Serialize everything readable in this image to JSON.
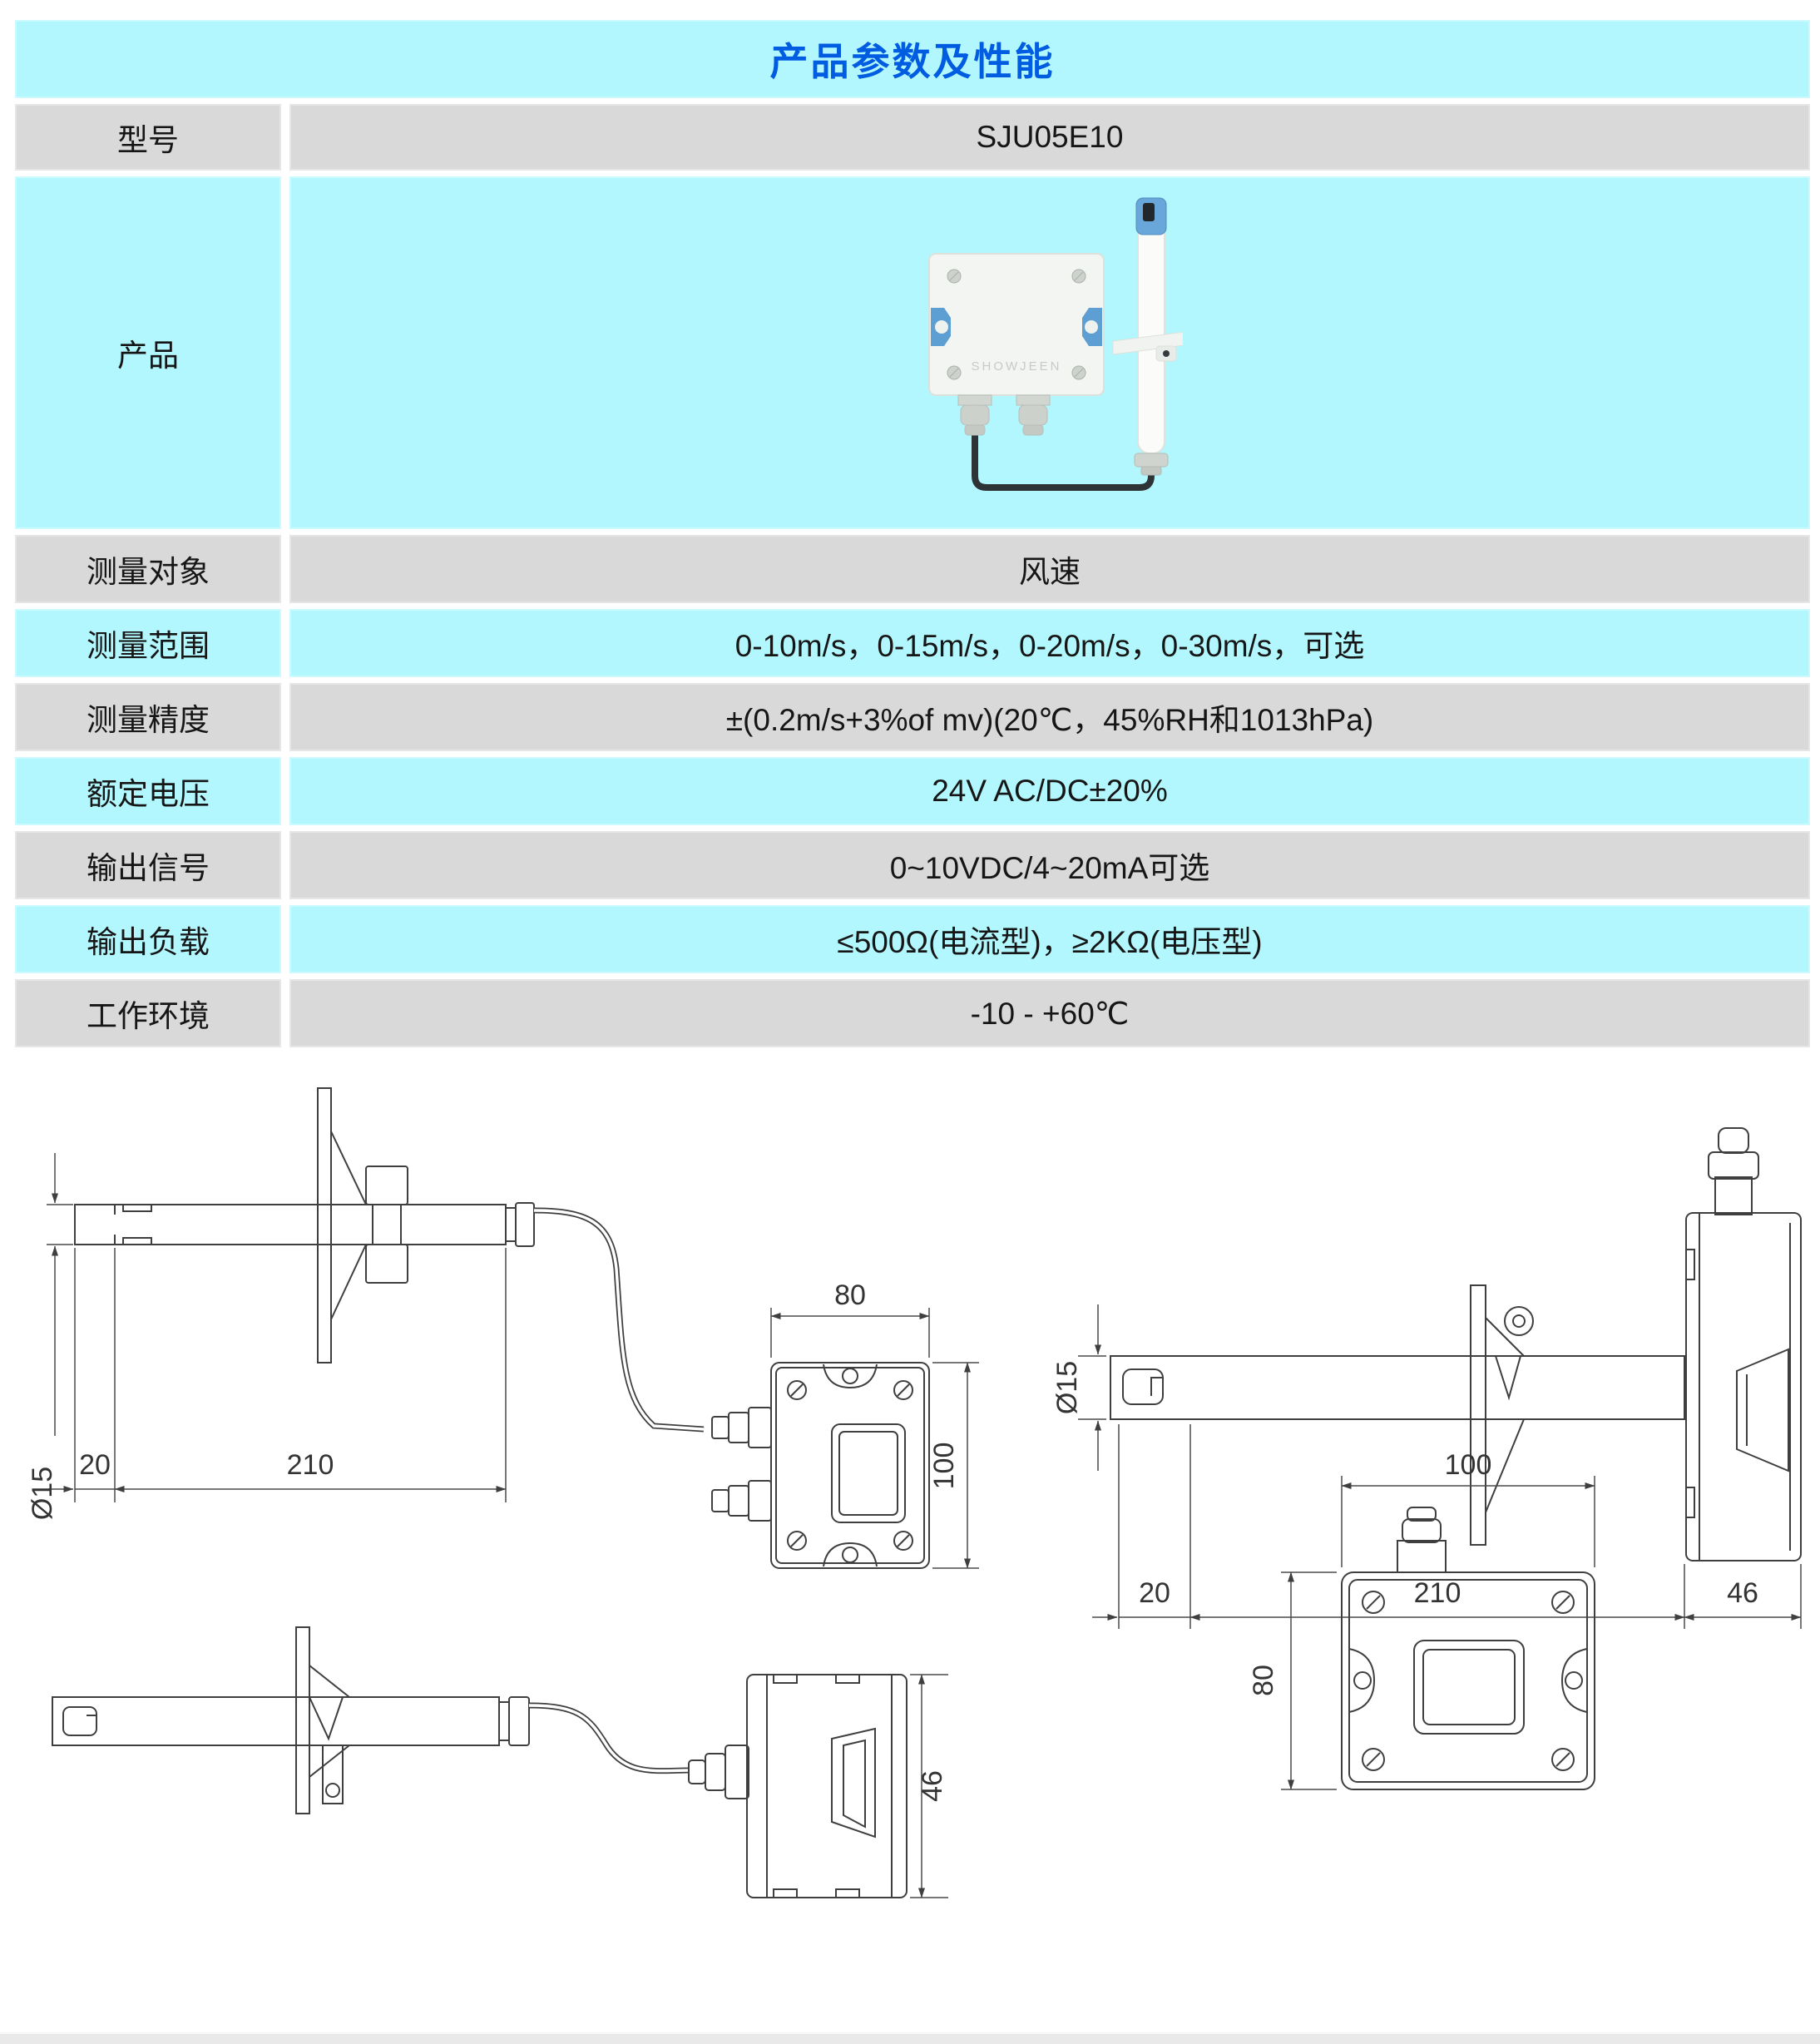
{
  "table": {
    "title": "产品参数及性能",
    "product_brand": "SHOWJEEN",
    "rows": [
      {
        "label": "型号",
        "value": "SJU05E10"
      },
      {
        "label": "产品",
        "value": ""
      },
      {
        "label": "测量对象",
        "value": "风速"
      },
      {
        "label": "测量范围",
        "value": "0-10m/s，0-15m/s，0-20m/s，0-30m/s，可选"
      },
      {
        "label": "测量精度",
        "value": "±(0.2m/s+3%of mv)(20℃，45%RH和1013hPa)"
      },
      {
        "label": "额定电压",
        "value": "24V AC/DC±20%"
      },
      {
        "label": "输出信号",
        "value": "0~10VDC/4~20mA可选"
      },
      {
        "label": "输出负载",
        "value": "≤500Ω(电流型)，≥2KΩ(电压型)"
      },
      {
        "label": "工作环境",
        "value": "-10 - +60℃"
      }
    ]
  },
  "drawings": {
    "dims": {
      "dia": "Ø15",
      "tip": "20",
      "len": "210",
      "box_w": "80",
      "box_h": "100",
      "depth": "46"
    }
  },
  "colors": {
    "cyan": "#b2f7fd",
    "grey": "#d9d9d9",
    "title_blue": "#005ce0",
    "line": "#3f3f3f"
  }
}
